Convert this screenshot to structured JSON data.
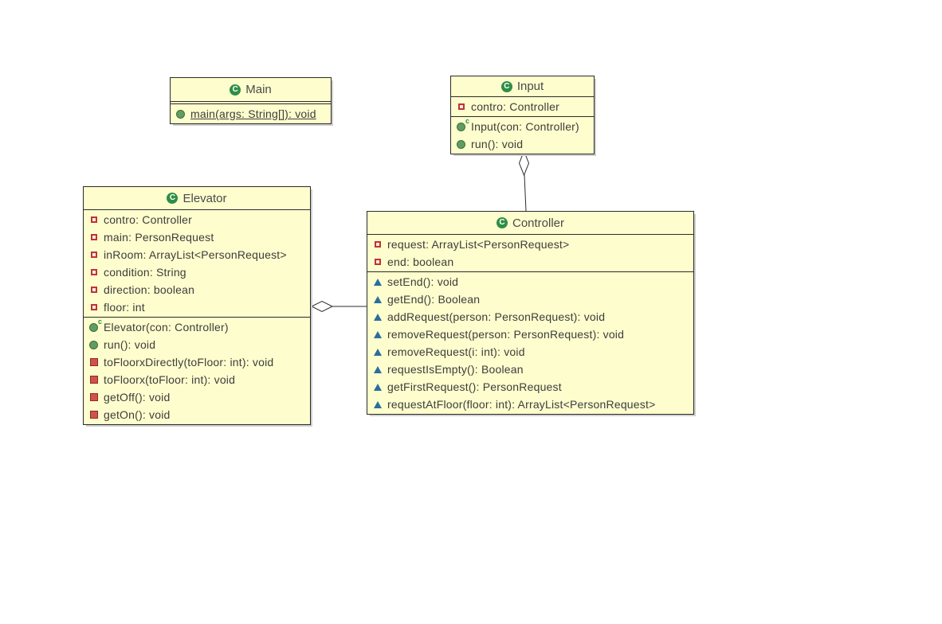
{
  "diagram": {
    "background": "#ffffff",
    "node_fill": "#fdfdcd",
    "node_border": "#2b2b2b",
    "shadow_color": "#cfcfcf",
    "icons": {
      "class_letter": "C",
      "constructor_letter": "c",
      "class_icon_color": "#2f8e46",
      "public_method_color": "#619c62",
      "private_red_color": "#bf3330",
      "package_triangle_color": "#2a6d9e"
    },
    "classes": {
      "main": {
        "title": "Main",
        "fields": [],
        "methods": [
          {
            "icon": "public-static-method-icon",
            "text": "main(args: String[]): void",
            "static": true
          }
        ]
      },
      "input": {
        "title": "Input",
        "fields": [
          {
            "icon": "private-field-icon",
            "text": "contro: Controller"
          }
        ],
        "methods": [
          {
            "icon": "constructor-icon",
            "text": "Input(con: Controller)"
          },
          {
            "icon": "public-method-icon",
            "text": "run(): void"
          }
        ]
      },
      "elevator": {
        "title": "Elevator",
        "fields": [
          {
            "icon": "private-field-icon",
            "text": "contro: Controller"
          },
          {
            "icon": "private-field-icon",
            "text": "main: PersonRequest"
          },
          {
            "icon": "private-field-icon",
            "text": "inRoom: ArrayList<PersonRequest>"
          },
          {
            "icon": "private-field-icon",
            "text": "condition: String"
          },
          {
            "icon": "private-field-icon",
            "text": "direction: boolean"
          },
          {
            "icon": "private-field-icon",
            "text": "floor: int"
          }
        ],
        "methods": [
          {
            "icon": "constructor-icon",
            "text": "Elevator(con: Controller)"
          },
          {
            "icon": "public-method-icon",
            "text": "run(): void"
          },
          {
            "icon": "private-method-icon",
            "text": "toFloorxDirectly(toFloor: int): void"
          },
          {
            "icon": "private-method-icon",
            "text": "toFloorx(toFloor: int): void"
          },
          {
            "icon": "private-method-icon",
            "text": "getOff(): void"
          },
          {
            "icon": "private-method-icon",
            "text": "getOn(): void"
          }
        ]
      },
      "controller": {
        "title": "Controller",
        "fields": [
          {
            "icon": "private-field-icon",
            "text": "request: ArrayList<PersonRequest>"
          },
          {
            "icon": "private-field-icon",
            "text": "end: boolean"
          }
        ],
        "methods": [
          {
            "icon": "package-method-icon",
            "text": "setEnd(): void"
          },
          {
            "icon": "package-method-icon",
            "text": "getEnd(): Boolean"
          },
          {
            "icon": "package-method-icon",
            "text": "addRequest(person: PersonRequest): void"
          },
          {
            "icon": "package-method-icon",
            "text": "removeRequest(person: PersonRequest): void"
          },
          {
            "icon": "package-method-icon",
            "text": "removeRequest(i: int): void"
          },
          {
            "icon": "package-method-icon",
            "text": "requestIsEmpty(): Boolean"
          },
          {
            "icon": "package-method-icon",
            "text": "getFirstRequest(): PersonRequest"
          },
          {
            "icon": "package-method-icon",
            "text": "requestAtFloor(floor: int): ArrayList<PersonRequest>"
          }
        ]
      }
    },
    "relations": [
      {
        "type": "aggregation",
        "whole": "Input",
        "part": "Controller"
      },
      {
        "type": "aggregation",
        "whole": "Elevator",
        "part": "Controller"
      }
    ]
  }
}
